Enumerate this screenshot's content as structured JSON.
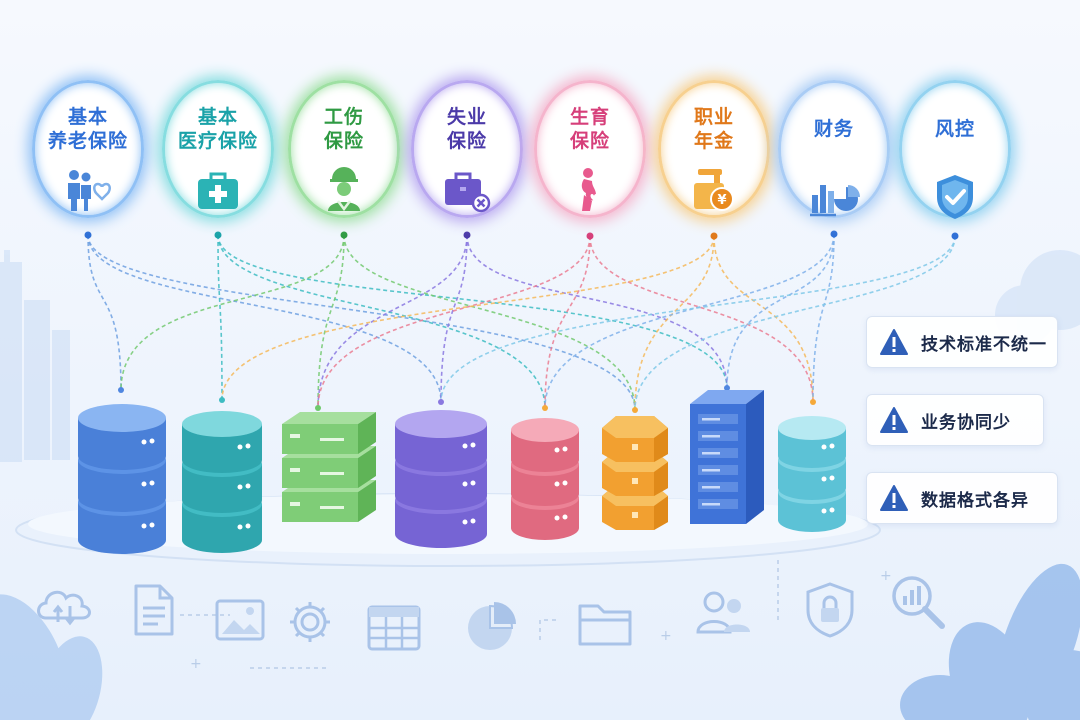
{
  "categories": [
    {
      "label": "基本\n养老保险",
      "color": "#2f6fd6",
      "glow": "#8fc0f5",
      "icon": "family-heart-icon"
    },
    {
      "label": "基本\n医疗保险",
      "color": "#1aa2a8",
      "glow": "#86dde0",
      "icon": "medical-kit-icon"
    },
    {
      "label": "工伤\n保险",
      "color": "#2f9a43",
      "glow": "#9ee0a2",
      "icon": "construction-worker-icon"
    },
    {
      "label": "失业\n保险",
      "color": "#4b3aa8",
      "glow": "#b9a8f0",
      "icon": "briefcase-cancel-icon"
    },
    {
      "label": "生育\n保险",
      "color": "#d63f7a",
      "glow": "#f5b4cc",
      "icon": "pregnant-woman-icon"
    },
    {
      "label": "职业\n年金",
      "color": "#e0781a",
      "glow": "#f7d08f",
      "icon": "pension-yuan-icon"
    },
    {
      "label": "财务",
      "color": "#2f6fd6",
      "glow": "#a9ccf5",
      "icon": "finance-chart-icon"
    },
    {
      "label": "风控",
      "color": "#2f6fd6",
      "glow": "#93d2f0",
      "icon": "shield-check-icon"
    }
  ],
  "issues": [
    {
      "text": "技术标准不统一"
    },
    {
      "text": "业务协同少"
    },
    {
      "text": "数据格式各异"
    }
  ],
  "colors": {
    "blue": "#4f86e0",
    "teal": "#3dbcc2",
    "green": "#6fc96b",
    "purple": "#8a78e0",
    "pink": "#ea7d92",
    "orange": "#f5a93a",
    "navy": "#3f73d8",
    "cyan": "#6fd0e0",
    "warning": "#2f5fb8"
  }
}
